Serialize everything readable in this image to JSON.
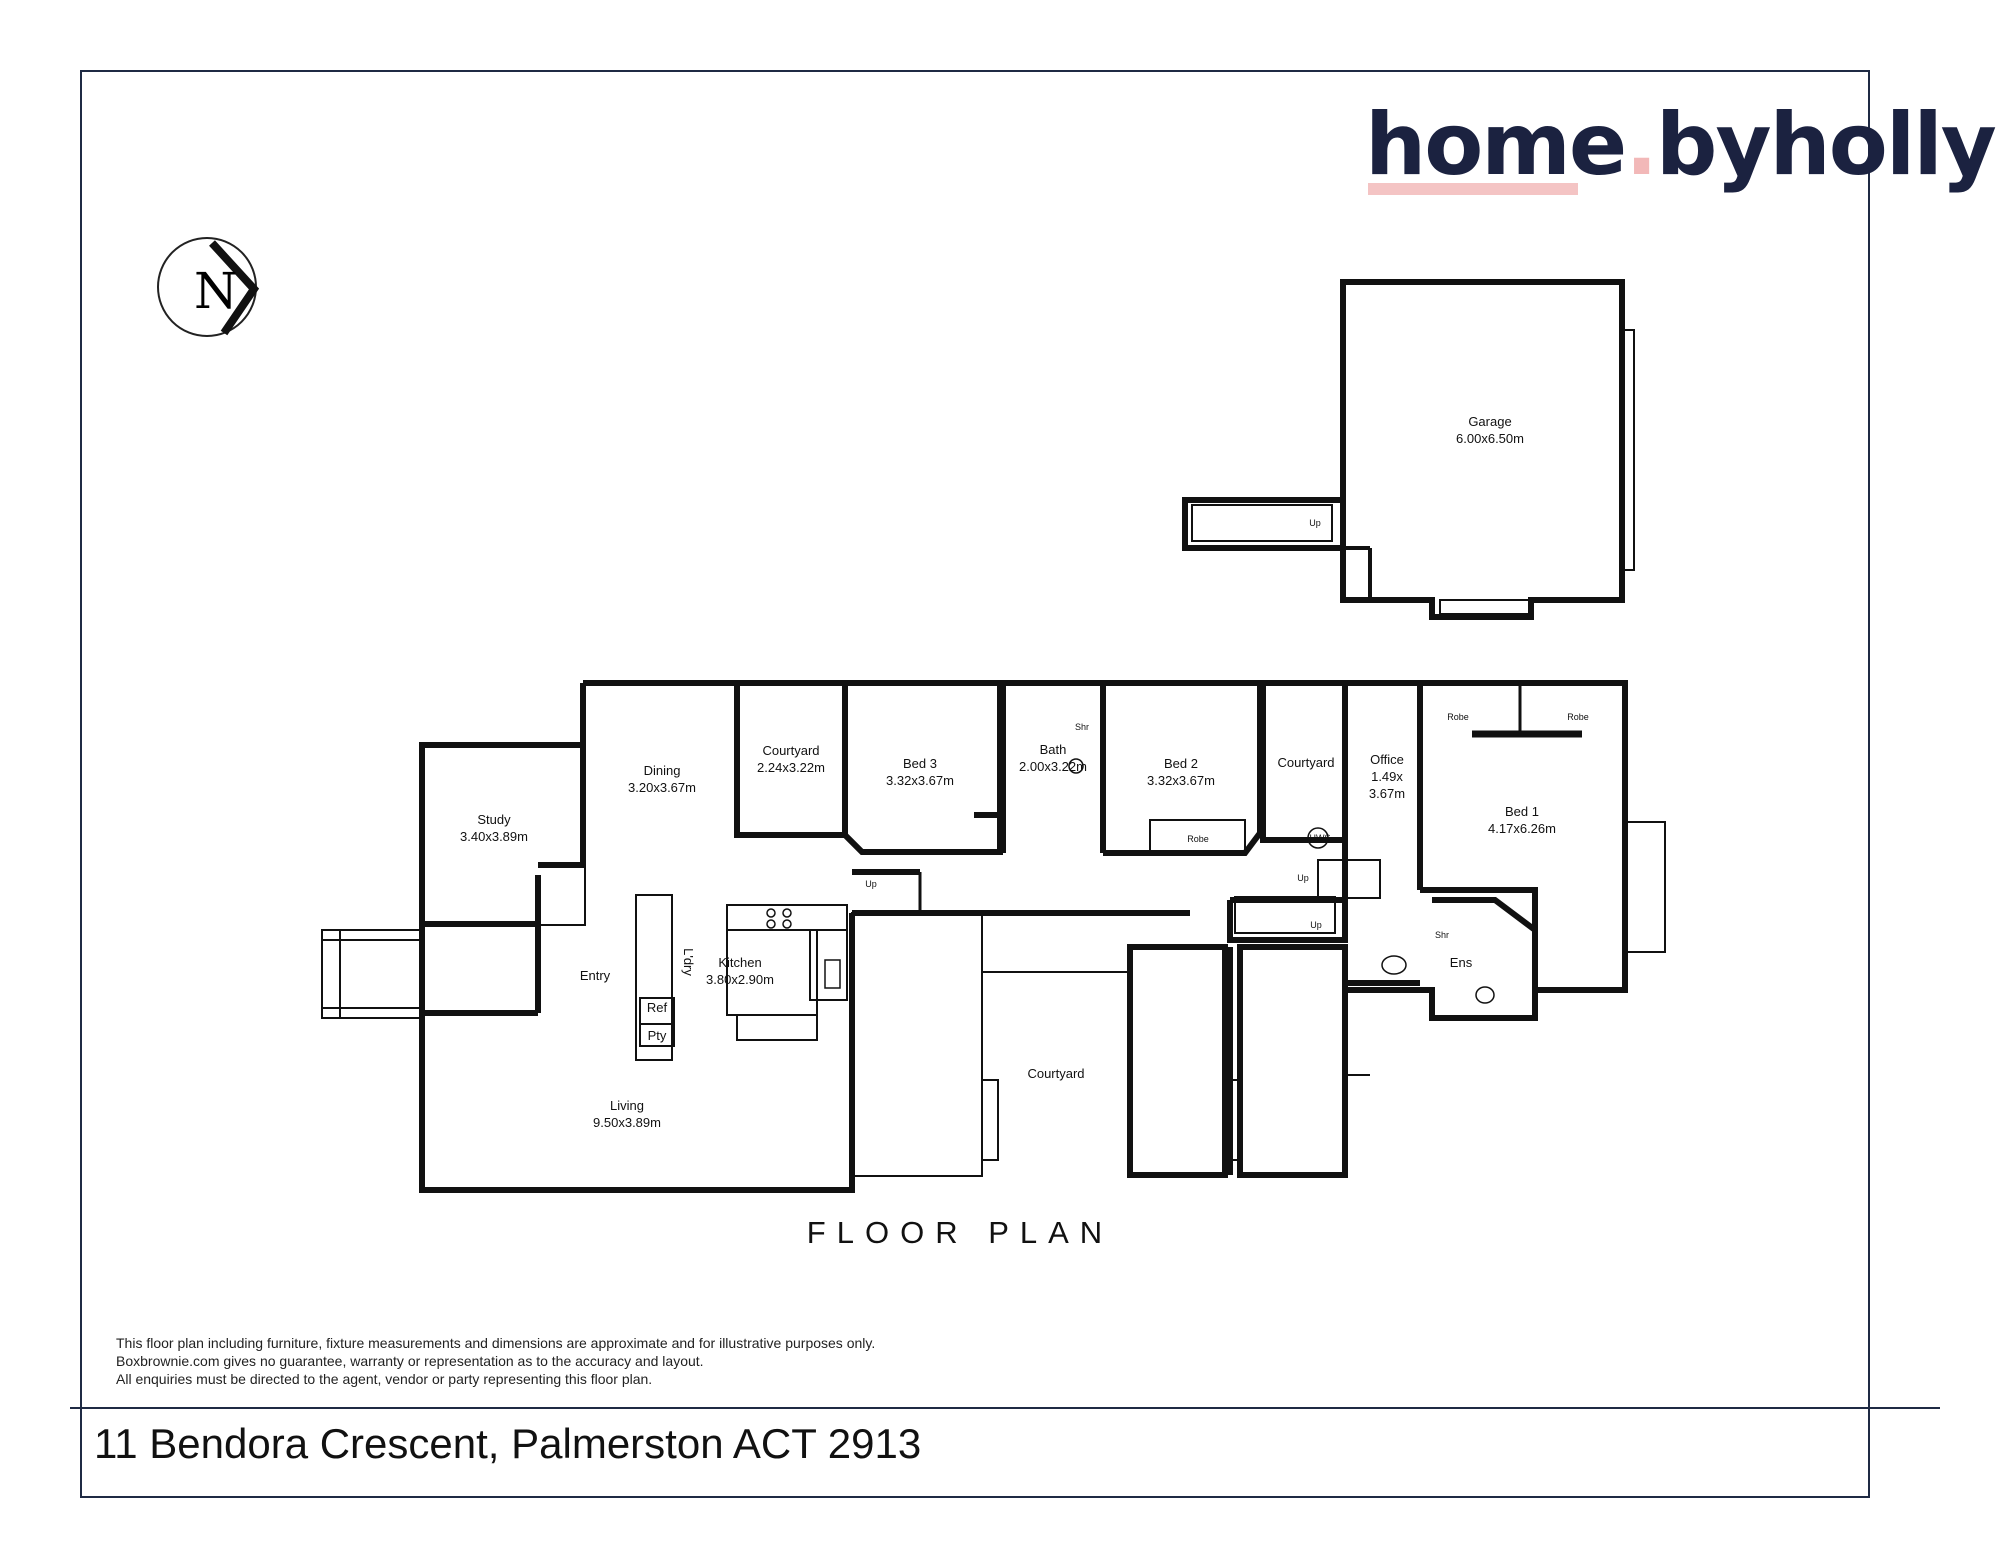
{
  "brand": {
    "part1": "home",
    "dot": ".",
    "part2": "byholly"
  },
  "compass": {
    "letter": "N"
  },
  "title": "FLOOR PLAN",
  "disclaimer": [
    "This floor plan including furniture, fixture measurements and dimensions are approximate and for illustrative purposes only.",
    "Boxbrownie.com gives no guarantee, warranty or representation as to the accuracy and layout.",
    "All enquiries must be directed to the agent, vendor or party representing this floor plan."
  ],
  "address": "11 Bendora Crescent, Palmerston ACT 2913",
  "rooms": {
    "garage": {
      "name": "Garage",
      "dims": "6.00x6.50m"
    },
    "study": {
      "name": "Study",
      "dims": "3.40x3.89m"
    },
    "dining": {
      "name": "Dining",
      "dims": "3.20x3.67m"
    },
    "courtyard1": {
      "name": "Courtyard",
      "dims": "2.24x3.22m"
    },
    "bed3": {
      "name": "Bed 3",
      "dims": "3.32x3.67m"
    },
    "bath": {
      "name": "Bath",
      "dims": "2.00x3.22m"
    },
    "bed2": {
      "name": "Bed 2",
      "dims": "3.32x3.67m"
    },
    "courtyard2": {
      "name": "Courtyard"
    },
    "office": {
      "name": "Office",
      "dims1": "1.49x",
      "dims2": "3.67m"
    },
    "bed1": {
      "name": "Bed 1",
      "dims": "4.17x6.26m"
    },
    "kitchen": {
      "name": "Kitchen",
      "dims": "3.80x2.90m"
    },
    "living": {
      "name": "Living",
      "dims": "9.50x3.89m"
    },
    "courtyard3": {
      "name": "Courtyard"
    },
    "entry": {
      "name": "Entry"
    },
    "ens": {
      "name": "Ens"
    },
    "ldry": {
      "name": "L'dry"
    },
    "ref": {
      "name": "Ref"
    },
    "pty": {
      "name": "Pty"
    }
  },
  "small_labels": {
    "robe_bed2": "Robe",
    "robe_bed1_a": "Robe",
    "robe_bed1_b": "Robe",
    "hws": "HWS",
    "shr_bath": "Shr",
    "shr_ens": "Shr",
    "up_garage": "Up",
    "up_kitchen": "Up",
    "up_office": "Up",
    "up_hall": "Up"
  }
}
